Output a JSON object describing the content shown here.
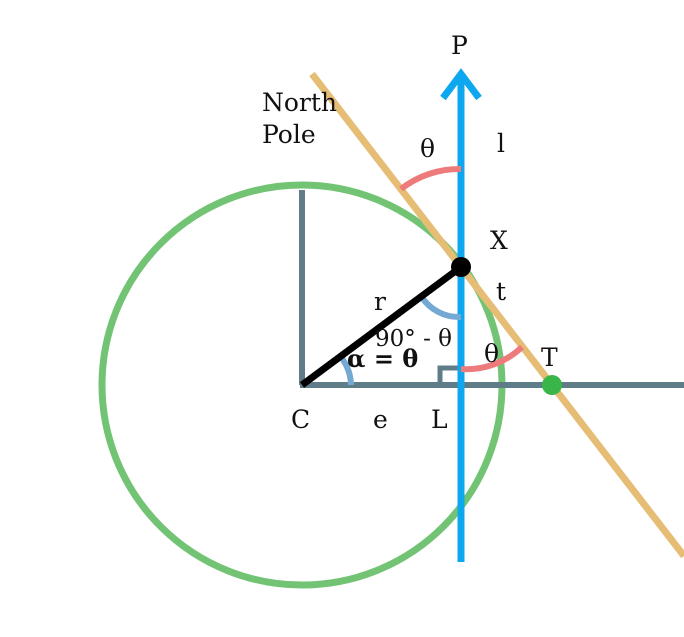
{
  "colors": {
    "circle": "#72c474",
    "axes": "#5f7d89",
    "vertical_line": "#0da7ef",
    "tangent": "#e6bd75",
    "radius": "#000000",
    "arc_blue": "#73a9d3",
    "arc_red": "#ee7b7b",
    "point_T": "#39b54a"
  },
  "labels": {
    "P": "P",
    "north_line1": "North",
    "north_line2": "Pole",
    "theta_top": "θ",
    "l": "l",
    "X": "X",
    "r": "r",
    "t": "t",
    "ninety_minus_theta": "90° - θ",
    "theta_right": "θ",
    "T": "T",
    "alpha_eq_theta": "α = θ",
    "C": "C",
    "e": "e",
    "L": "L"
  }
}
